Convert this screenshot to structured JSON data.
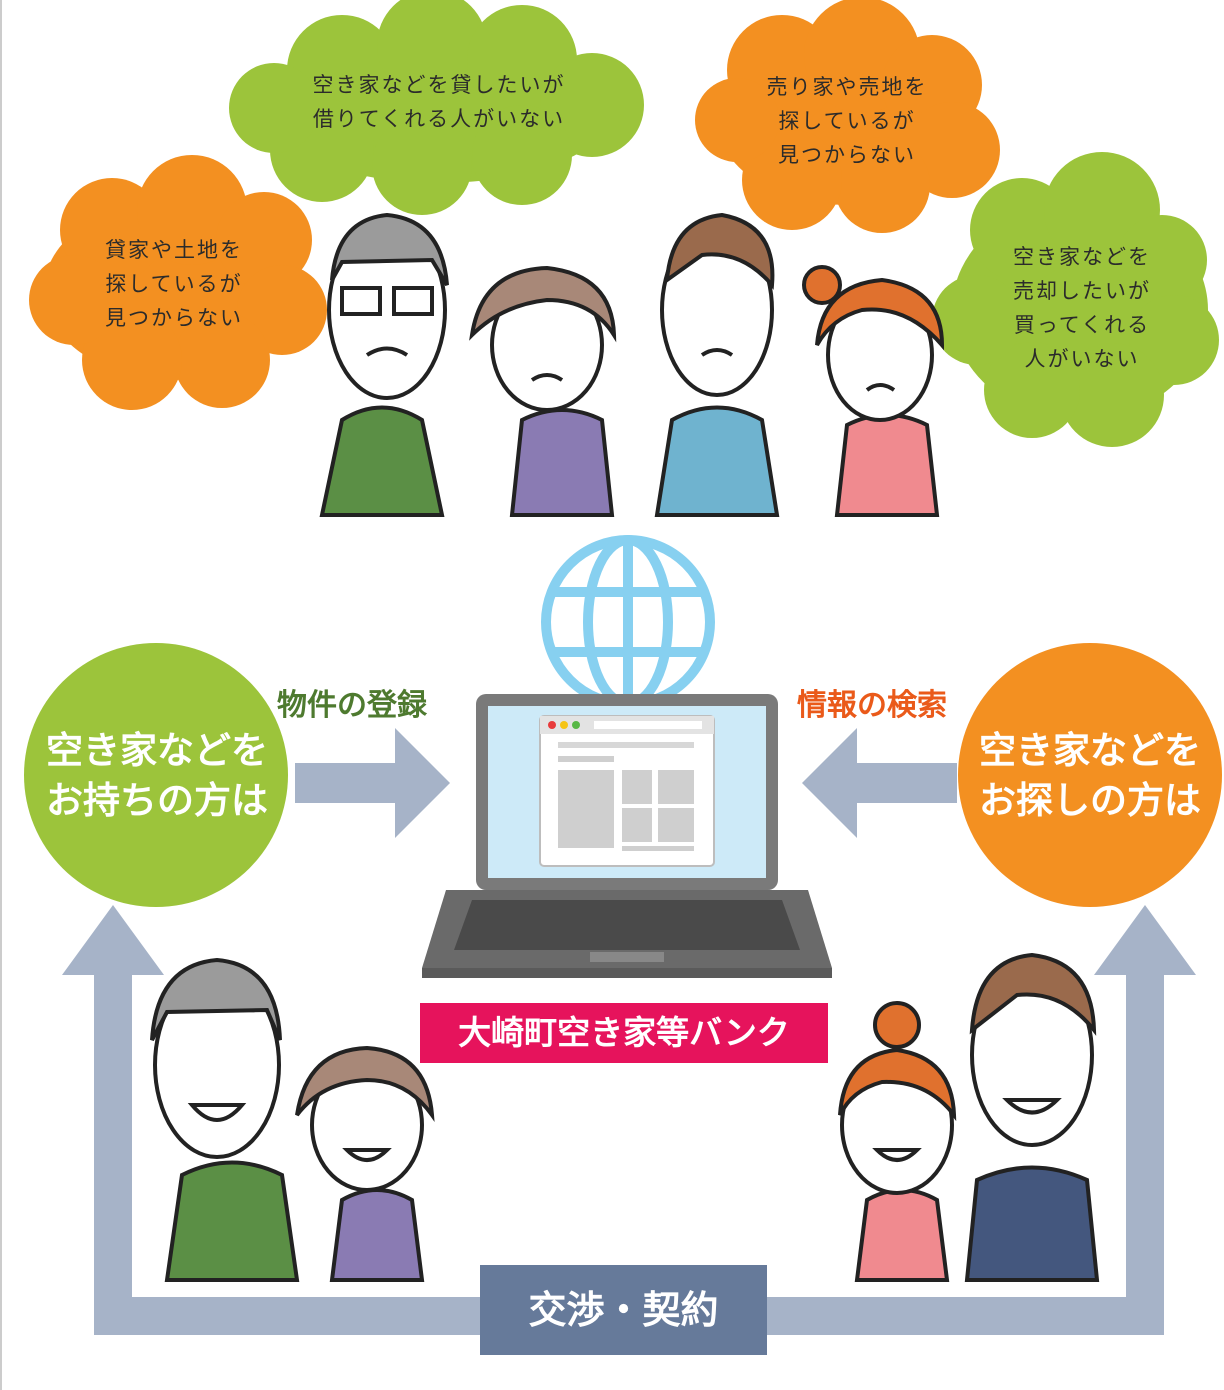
{
  "colors": {
    "green": "#9cc43b",
    "orange": "#f39021",
    "arrow": "#a6b3c8",
    "bank_label": "#e6135c",
    "nego_label": "#667a9a",
    "globe": "#87d0f0",
    "text_green": "#4e7a2f",
    "text_orange": "#ea5a1a"
  },
  "clouds": [
    {
      "id": "cloud-top-left",
      "color": "green",
      "lines": [
        "空き家などを貸したいが",
        "借りてくれる人がいない"
      ]
    },
    {
      "id": "cloud-top-right",
      "color": "orange",
      "lines": [
        "売り家や売地を",
        "探しているが",
        "見つからない"
      ]
    },
    {
      "id": "cloud-mid-left",
      "color": "orange",
      "lines": [
        "貸家や土地を",
        "探しているが",
        "見つからない"
      ]
    },
    {
      "id": "cloud-mid-right",
      "color": "green",
      "lines": [
        "空き家などを",
        "売却したいが",
        "買ってくれる",
        "人がいない"
      ]
    }
  ],
  "owner_circle": {
    "lines": [
      "空き家などを",
      "お持ちの方は"
    ]
  },
  "seeker_circle": {
    "lines": [
      "空き家などを",
      "お探しの方は"
    ]
  },
  "arrows": {
    "register_label": "物件の登録",
    "search_label": "情報の検索"
  },
  "bank_name": "大崎町空き家等バンク",
  "negotiation_label": "交渉・契約",
  "icons": [
    "globe-icon",
    "laptop-icon",
    "browser-window-icon",
    "worried-people-illustration",
    "happy-owners-illustration",
    "happy-seekers-illustration"
  ]
}
